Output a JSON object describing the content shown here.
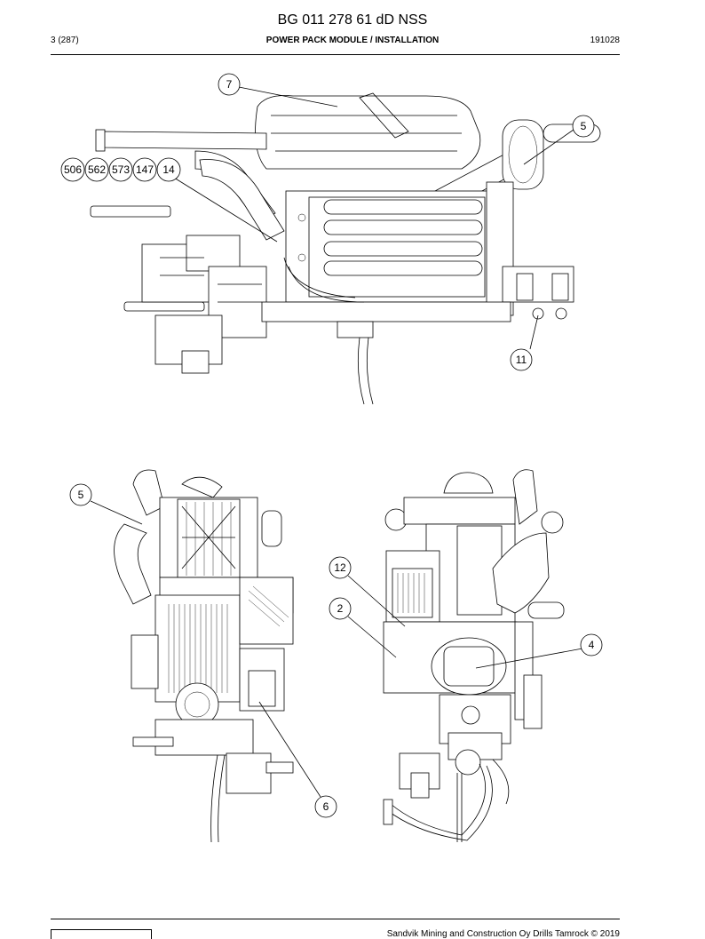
{
  "header": {
    "doc_title": "BG 011 278 61 dD NSS",
    "page_number": "3 (287)",
    "section_title": "POWER PACK MODULE / INSTALLATION",
    "doc_date": "191028"
  },
  "callouts": {
    "top_view": [
      "7",
      "5",
      "506",
      "562",
      "573",
      "147",
      "14",
      "11"
    ],
    "left_view": [
      "5",
      "6"
    ],
    "right_view": [
      "12",
      "2",
      "4"
    ]
  },
  "footer": {
    "copyright": "Sandvik Mining and Construction Oy Drills Tamrock © 2019"
  }
}
